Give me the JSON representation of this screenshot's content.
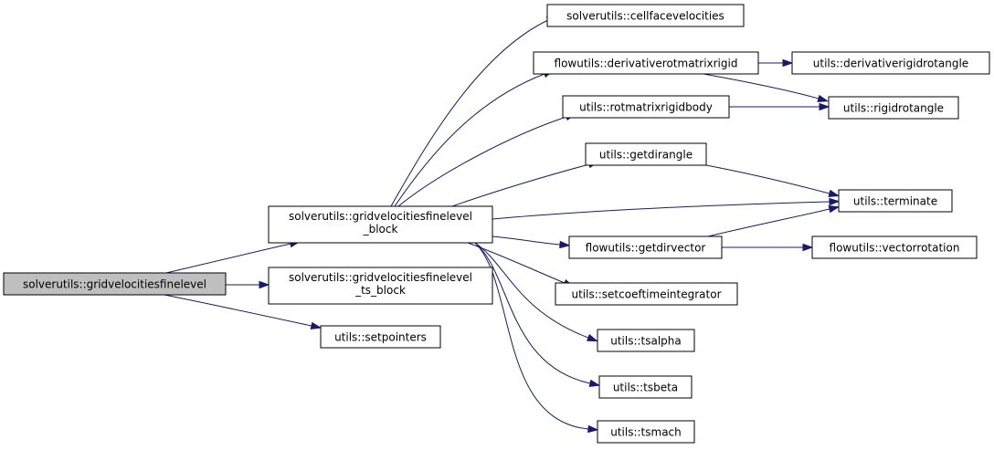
{
  "graph": {
    "type": "call-graph",
    "colors": {
      "edge": "#191970",
      "root_fill": "#bfbfbf",
      "node_fill": "#ffffff",
      "node_border": "#000000"
    },
    "nodes": [
      {
        "id": "root",
        "lines": [
          "solverutils::gridvelocitiesfinelevel"
        ],
        "root": true
      },
      {
        "id": "block",
        "lines": [
          "solverutils::gridvelocitiesfinelevel",
          "_block"
        ]
      },
      {
        "id": "ts_block",
        "lines": [
          "solverutils::gridvelocitiesfinelevel",
          "_ts_block"
        ]
      },
      {
        "id": "setpointers",
        "lines": [
          "utils::setpointers"
        ]
      },
      {
        "id": "cellface",
        "lines": [
          "solverutils::cellfacevelocities"
        ]
      },
      {
        "id": "derivrot",
        "lines": [
          "flowutils::derivativerotmatrixrigid"
        ]
      },
      {
        "id": "rotmatrix",
        "lines": [
          "utils::rotmatrixrigidbody"
        ]
      },
      {
        "id": "getdirangle",
        "lines": [
          "utils::getdirangle"
        ]
      },
      {
        "id": "getdirvector",
        "lines": [
          "flowutils::getdirvector"
        ]
      },
      {
        "id": "setcoef",
        "lines": [
          "utils::setcoeftimeintegrator"
        ]
      },
      {
        "id": "tsalpha",
        "lines": [
          "utils::tsalpha"
        ]
      },
      {
        "id": "tsbeta",
        "lines": [
          "utils::tsbeta"
        ]
      },
      {
        "id": "tsmach",
        "lines": [
          "utils::tsmach"
        ]
      },
      {
        "id": "derivrigid",
        "lines": [
          "utils::derivativerigidrotangle"
        ]
      },
      {
        "id": "rigidrot",
        "lines": [
          "utils::rigidrotangle"
        ]
      },
      {
        "id": "terminate",
        "lines": [
          "utils::terminate"
        ]
      },
      {
        "id": "vectorrot",
        "lines": [
          "flowutils::vectorrotation"
        ]
      }
    ],
    "edges": [
      {
        "from": "root",
        "to": "block"
      },
      {
        "from": "root",
        "to": "ts_block"
      },
      {
        "from": "root",
        "to": "setpointers"
      },
      {
        "from": "block",
        "to": "cellface"
      },
      {
        "from": "block",
        "to": "derivrot"
      },
      {
        "from": "block",
        "to": "rotmatrix"
      },
      {
        "from": "block",
        "to": "getdirangle"
      },
      {
        "from": "block",
        "to": "terminate"
      },
      {
        "from": "block",
        "to": "getdirvector"
      },
      {
        "from": "block",
        "to": "setcoef"
      },
      {
        "from": "block",
        "to": "tsalpha"
      },
      {
        "from": "block",
        "to": "tsbeta"
      },
      {
        "from": "block",
        "to": "tsmach"
      },
      {
        "from": "derivrot",
        "to": "derivrigid"
      },
      {
        "from": "derivrot",
        "to": "rigidrot"
      },
      {
        "from": "rotmatrix",
        "to": "rigidrot"
      },
      {
        "from": "getdirangle",
        "to": "terminate"
      },
      {
        "from": "getdirvector",
        "to": "terminate"
      },
      {
        "from": "getdirvector",
        "to": "vectorrot"
      }
    ]
  }
}
